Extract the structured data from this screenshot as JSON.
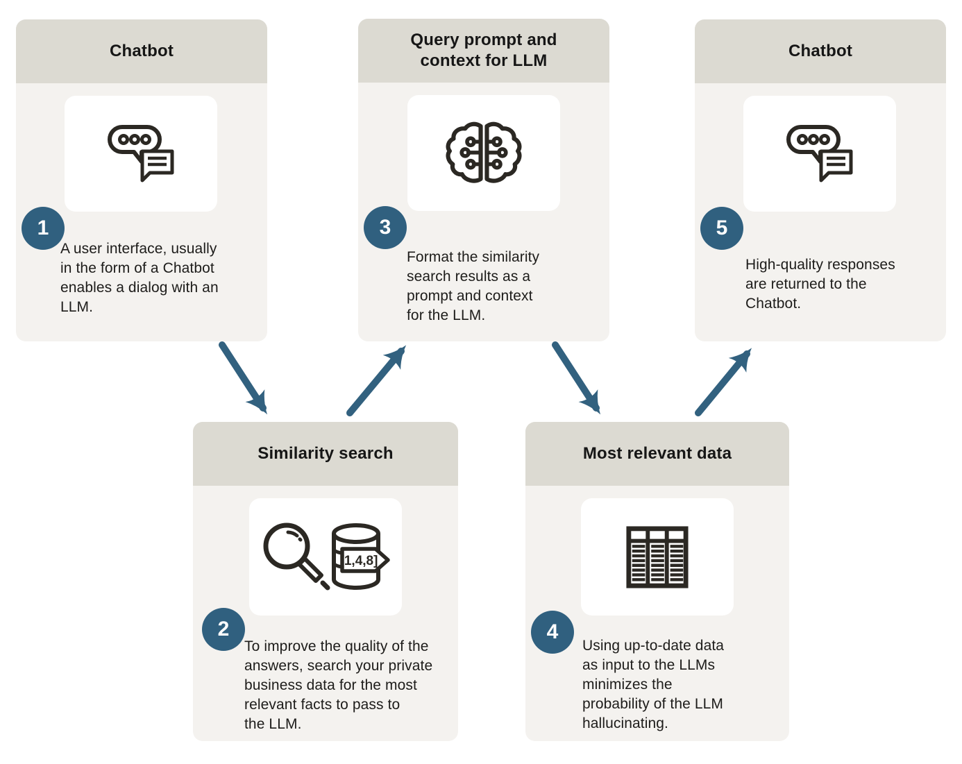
{
  "colors": {
    "header_bg": "#DCDAD2",
    "card_body_bg": "#F4F2EF",
    "icon_box_bg": "#FFFFFF",
    "badge_bg": "#30607F",
    "arrow": "#32617F",
    "icon_ink": "#2B2823",
    "text": "#1D1C1A"
  },
  "cards": [
    {
      "step": "1",
      "title": "Chatbot",
      "icon": "chat-bubbles-icon",
      "description": "A user interface, usually\nin the form of a Chatbot\nenables a dialog with an\nLLM."
    },
    {
      "step": "2",
      "title": "Similarity search",
      "icon": "search-database-icon",
      "tag_text": "[1,4,8]",
      "description": "To improve the quality of the\nanswers, search your private\nbusiness data for the most\nrelevant facts to pass to\nthe LLM."
    },
    {
      "step": "3",
      "title": "Query prompt and\ncontext for LLM",
      "icon": "brain-circuit-icon",
      "description": "Format the similarity\nsearch results as a\nprompt and context\nfor the LLM."
    },
    {
      "step": "4",
      "title": "Most relevant data",
      "icon": "data-table-icon",
      "description": "Using up-to-date data\nas input to the LLMs\nminimizes the\nprobability of the LLM\nhallucinating."
    },
    {
      "step": "5",
      "title": "Chatbot",
      "icon": "chat-bubbles-icon",
      "description": "High-quality responses\nare returned to the\nChatbot."
    }
  ]
}
